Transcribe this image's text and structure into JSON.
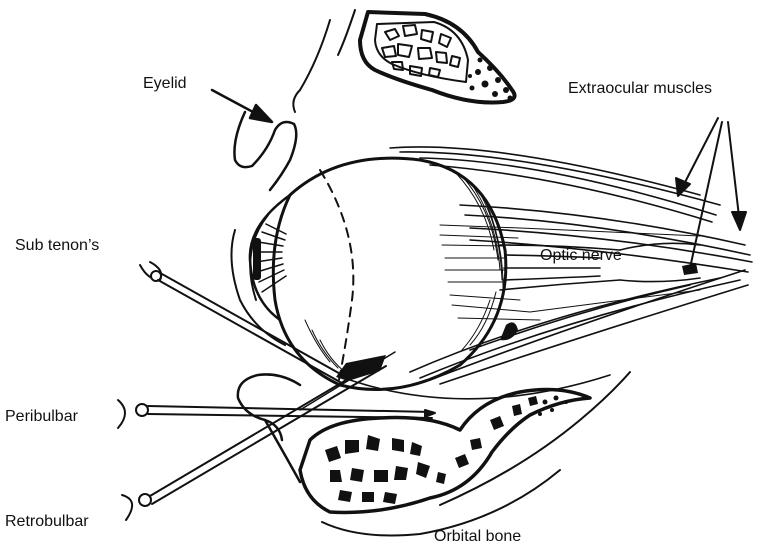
{
  "labels": {
    "eyelid": "Eyelid",
    "extraocular_muscles": "Extraocular muscles",
    "sub_tenons": "Sub tenon’s",
    "optic_nerve": "Optic nerve",
    "peribulbar": "Peribulbar",
    "retrobulbar": "Retrobulbar",
    "orbital_bone": "Orbital bone"
  },
  "colors": {
    "ink": "#111111",
    "paper": "#ffffff"
  }
}
